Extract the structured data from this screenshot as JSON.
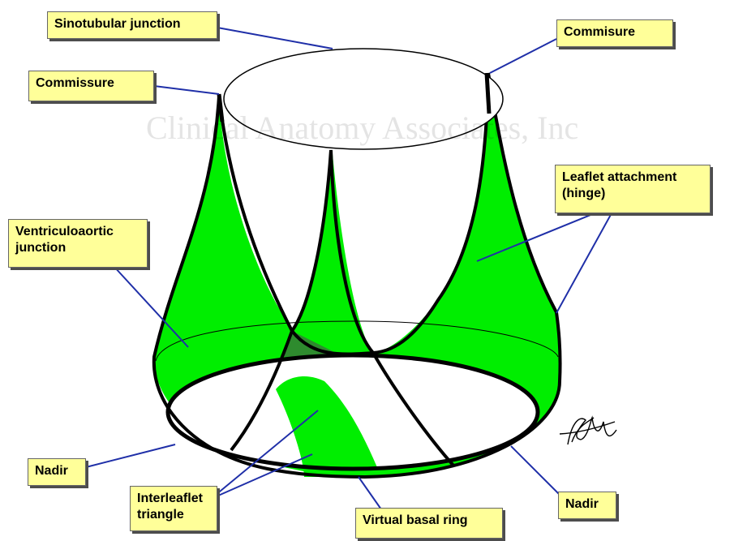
{
  "labels": {
    "sinotubular_junction": "Sinotubular junction",
    "commisure": "Commisure",
    "commissure": "Commissure",
    "leaflet_attachment": "Leaflet attachment (hinge)",
    "ventriculoaortic_junction": "Ventriculoaortic junction",
    "nadir_left": "Nadir",
    "nadir_right": "Nadir",
    "interleaflet_triangle": "Interleaflet triangle",
    "virtual_basal_ring": "Virtual basal ring"
  },
  "watermark": "Clinical Anatomy Associates, Inc",
  "colors": {
    "leaflet_fill": "#00ee00",
    "triangle_shade": "#2e8b2e",
    "outline": "#000000",
    "leader_line": "#1f2fa8",
    "callout_fill": "#ffff99"
  }
}
